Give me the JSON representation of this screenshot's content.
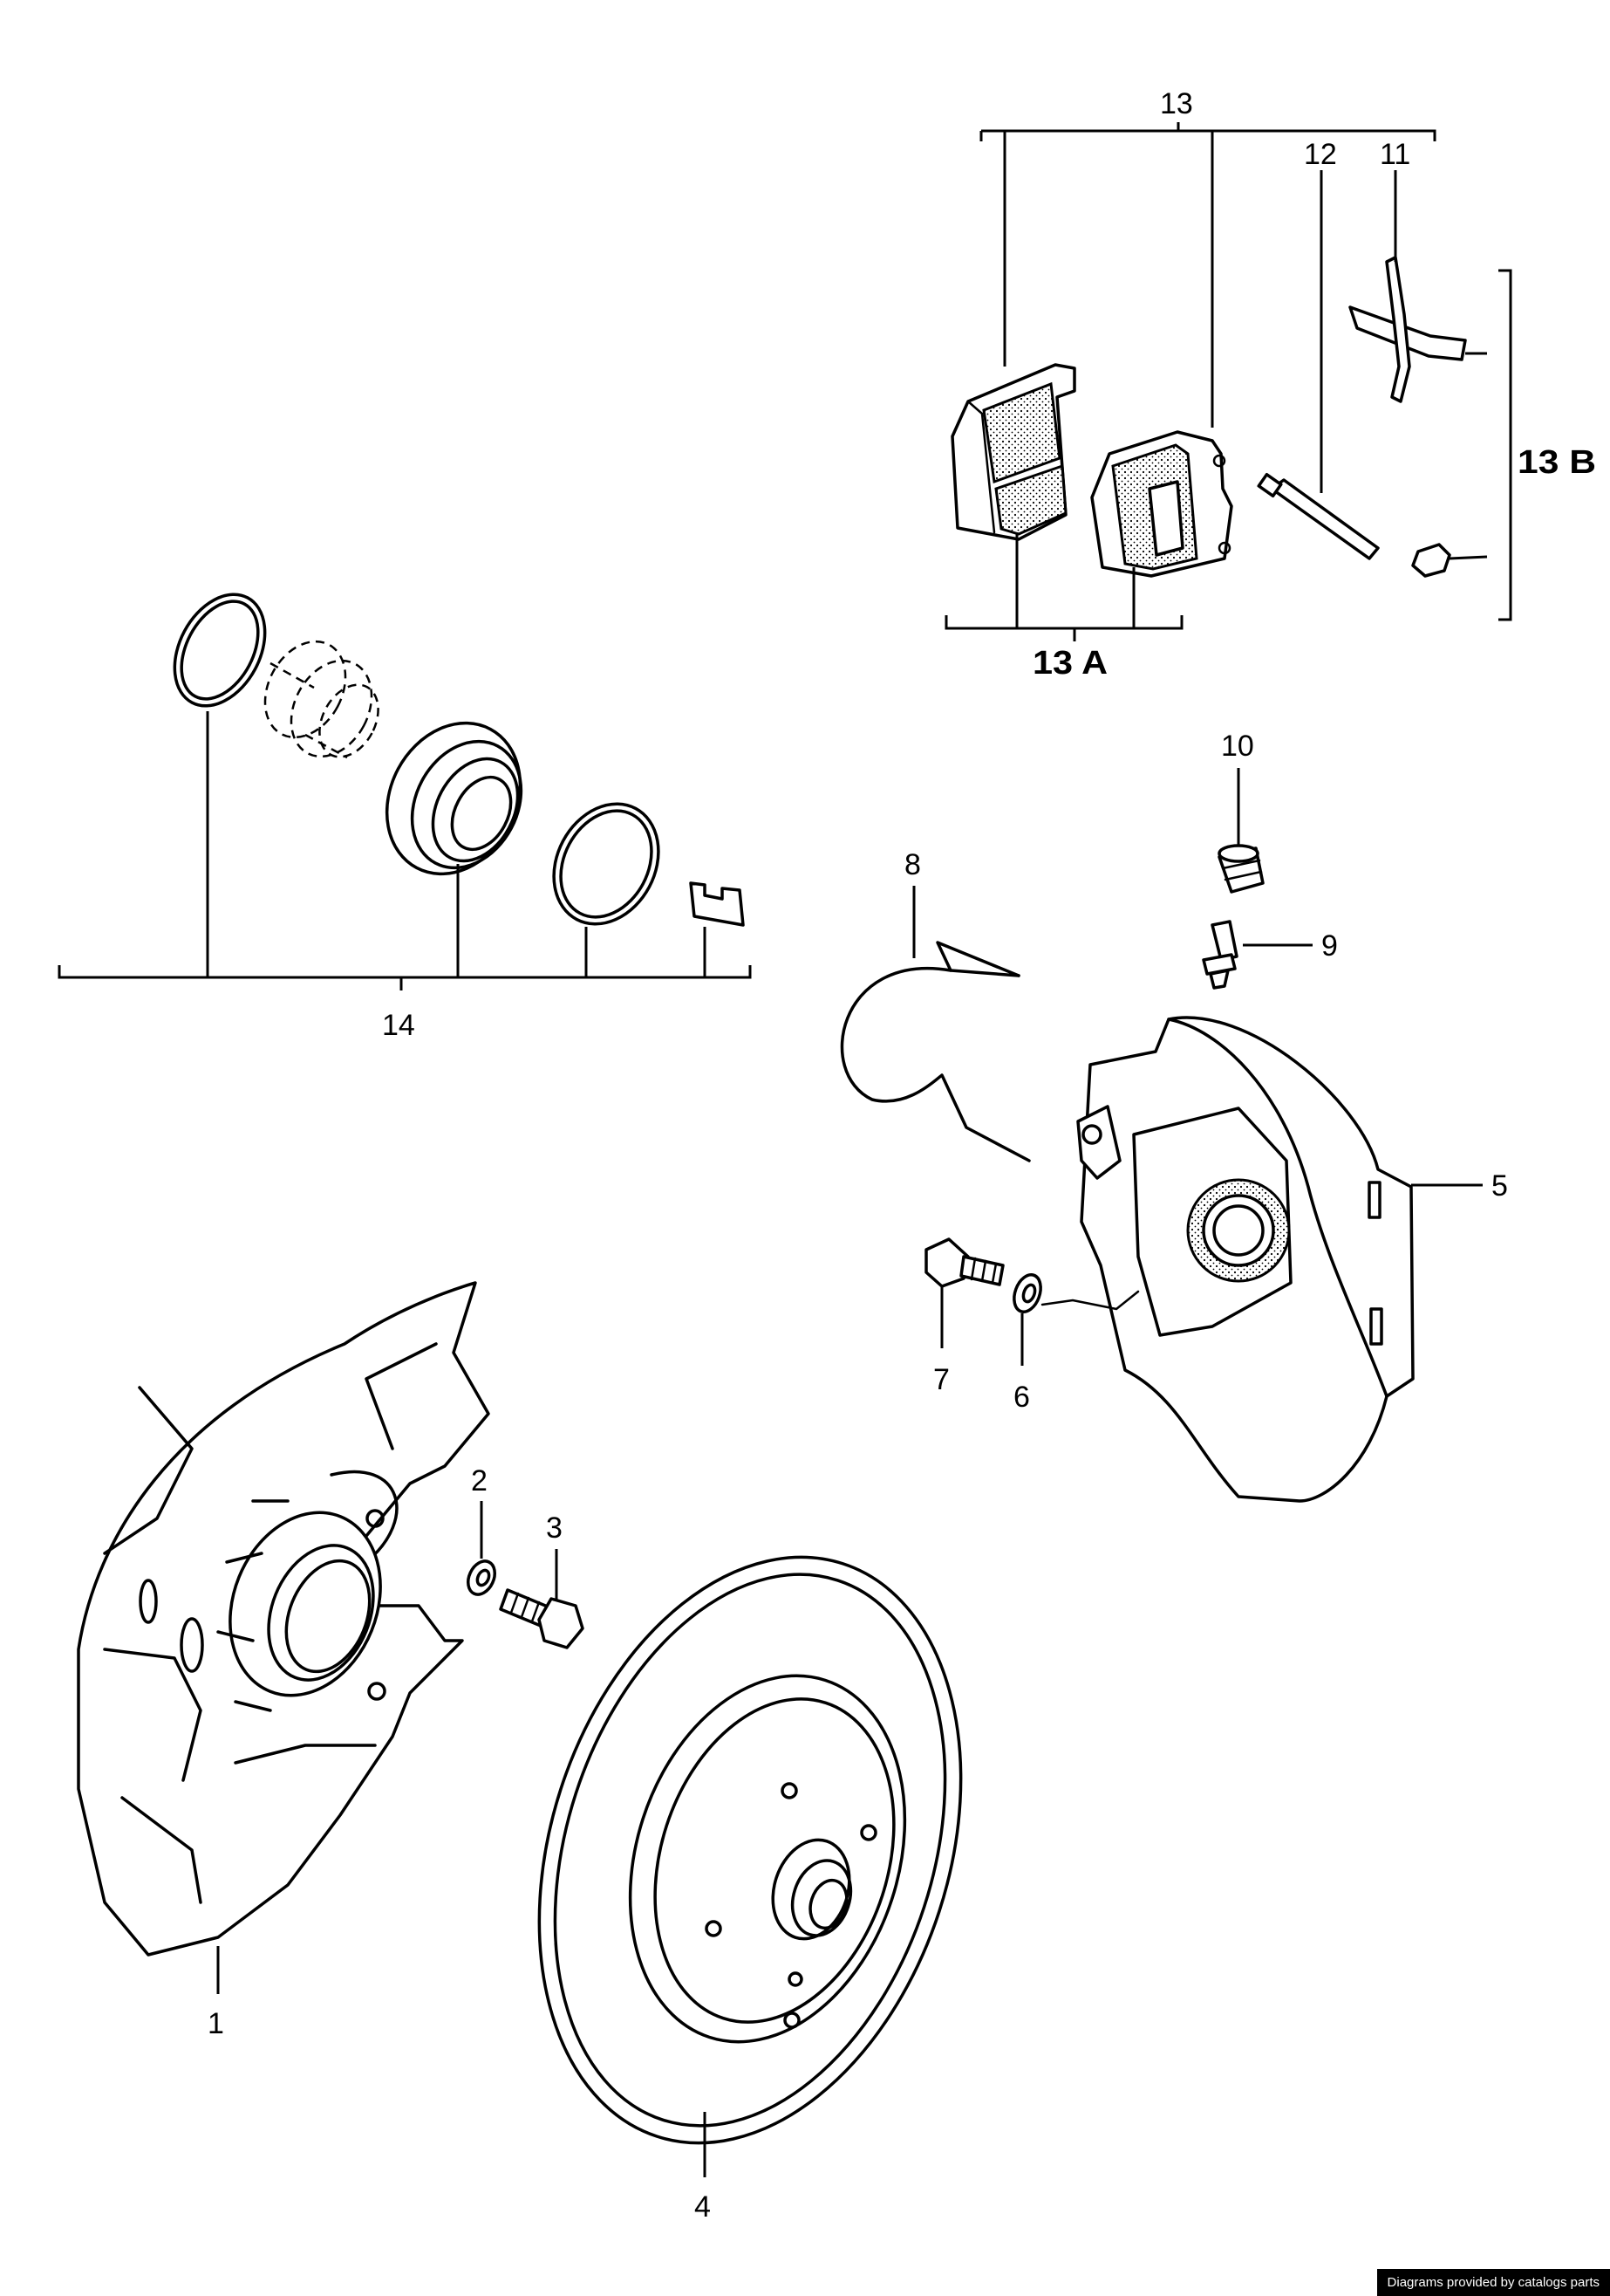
{
  "callouts": {
    "c1": "1",
    "c2": "2",
    "c3": "3",
    "c4": "4",
    "c5": "5",
    "c6": "6",
    "c7": "7",
    "c8": "8",
    "c9": "9",
    "c10": "10",
    "c11": "11",
    "c12": "12",
    "c13": "13",
    "c13A": "13 A",
    "c13B": "13 B",
    "c14": "14"
  },
  "watermark": "Diagrams provided by catalogs parts"
}
